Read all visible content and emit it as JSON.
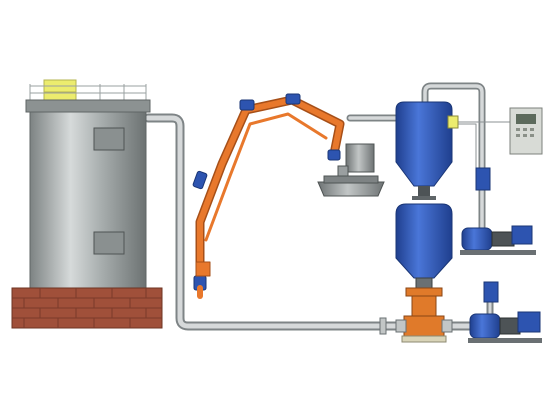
{
  "diagram": {
    "kind": "pneumatic conveying system schematic",
    "labels": [],
    "colors": {
      "background": "#ffffff",
      "tank_steel": "#a8aeae",
      "tank_dark": "#6f7575",
      "brick": "#a0503a",
      "brick_line": "#7a3a2a",
      "roof_rail": "#ecec6e",
      "pipe": "#b9bec0",
      "pipe_edge": "#7e8486",
      "arm_orange": "#e8782c",
      "arm_blue": "#2d54b0",
      "vessel_blue": "#2f5bc4",
      "vessel_dark": "#1f3f8e",
      "machine_gray": "#8a8f90",
      "valve_orange": "#e07a2a",
      "panel_gray": "#d8dbd6",
      "panel_screen": "#5c6a5c"
    },
    "components": [
      {
        "id": "storage-tank",
        "icon": "silo-tank-icon"
      },
      {
        "id": "brick-foundation",
        "icon": "brick-base-icon"
      },
      {
        "id": "unloading-arm",
        "icon": "articulated-arm-icon"
      },
      {
        "id": "suction-head",
        "icon": "suction-nozzle-icon"
      },
      {
        "id": "receiver-vessel",
        "icon": "hopper-vessel-icon"
      },
      {
        "id": "transmitter-vessel",
        "icon": "hopper-vessel-icon"
      },
      {
        "id": "rotary-valve",
        "icon": "rotary-valve-icon"
      },
      {
        "id": "vacuum-pump",
        "icon": "roots-blower-icon"
      },
      {
        "id": "pressure-blower",
        "icon": "roots-blower-icon"
      },
      {
        "id": "control-cabinet",
        "icon": "control-panel-icon"
      }
    ]
  }
}
